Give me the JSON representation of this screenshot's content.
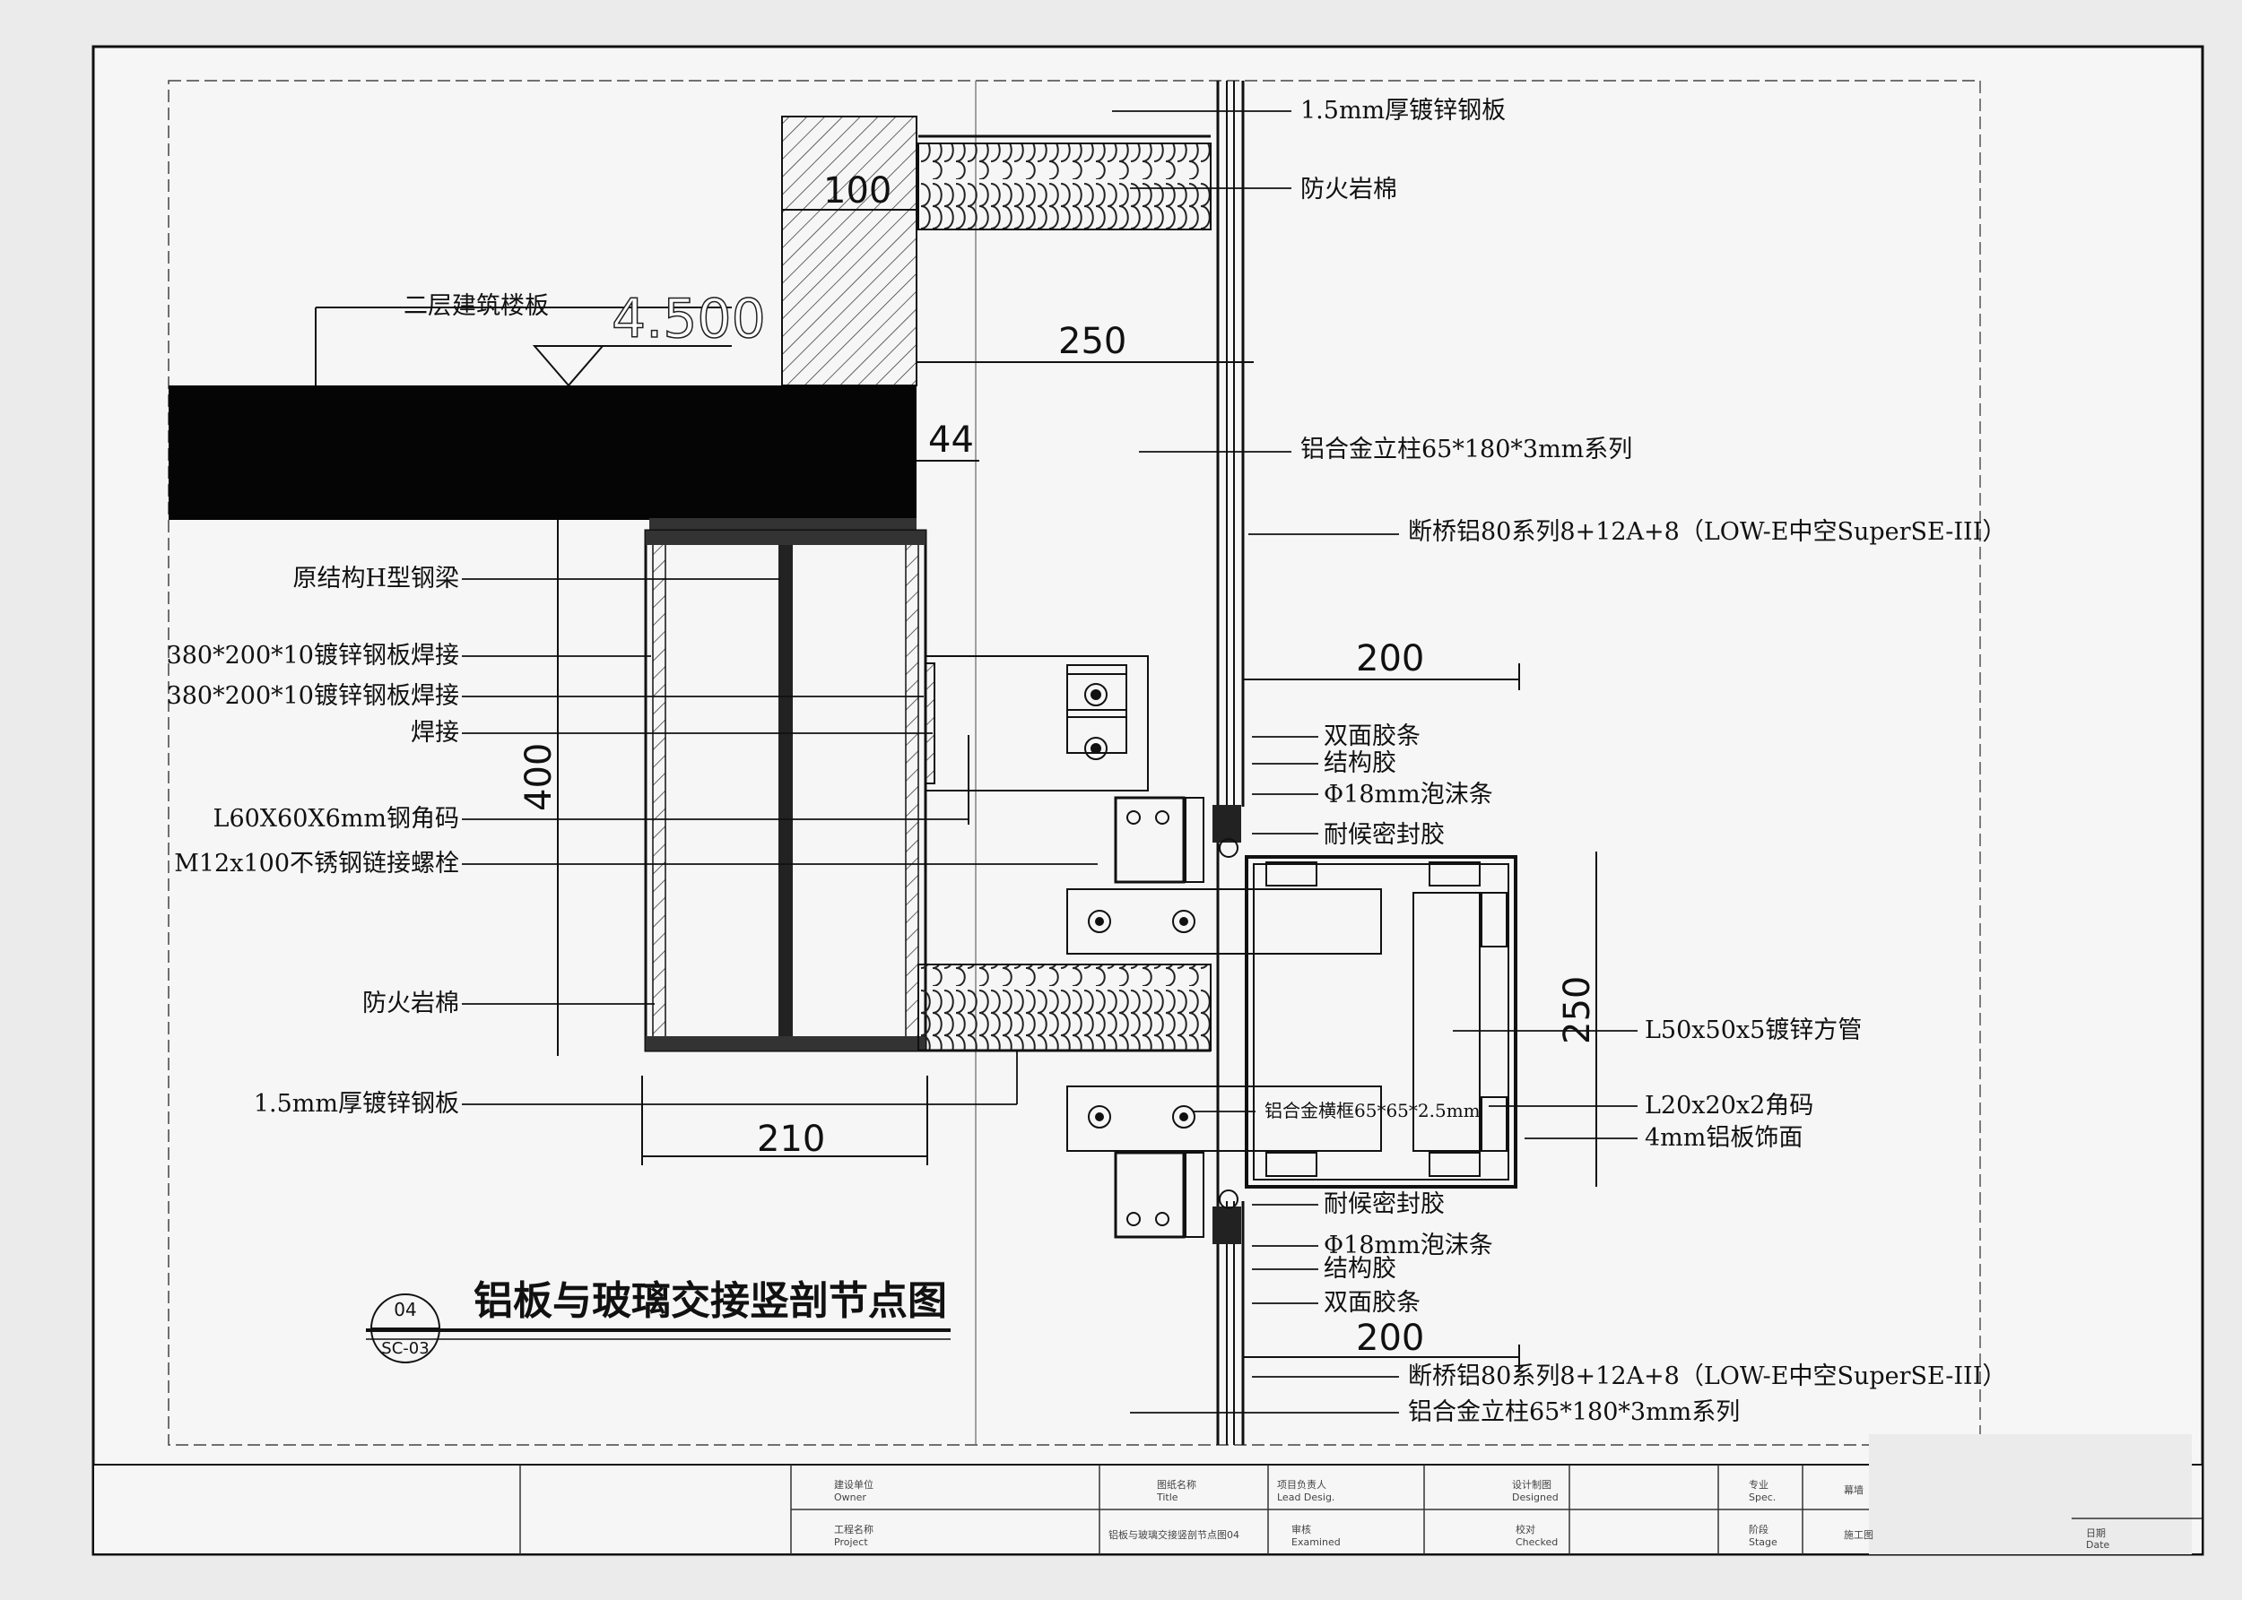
{
  "drawing": {
    "title": "铝板与玻璃交接竖剖节点图",
    "detail_no": "04",
    "sheet_ref": "SC-03",
    "elevation": "4.500",
    "dimensions": {
      "d100": "100",
      "d250_top": "250",
      "d44": "44",
      "d400": "400",
      "d210": "210",
      "d200_top": "200",
      "d250_box": "250",
      "d200_bottom": "200"
    },
    "labels_right": {
      "top_plate": "1.5mm厚镀锌钢板",
      "top_wool": "防火岩棉",
      "mullion_top": "铝合金立柱65*180*3mm系列",
      "glass_top": "断桥铝80系列8+12A+8（LOW-E中空SuperSE-III）",
      "tape_top": "双面胶条",
      "glue_top": "结构胶",
      "foam_top": "Φ18mm泡沫条",
      "seal_top": "耐候密封胶",
      "tube": "L50x50x5镀锌方管",
      "angle": "L20x20x2角码",
      "panel": "4mm铝板饰面",
      "seal_bottom": "耐候密封胶",
      "foam_bottom": "Φ18mm泡沫条",
      "glue_bottom": "结构胶",
      "tape_bottom": "双面胶条",
      "glass_bottom": "断桥铝80系列8+12A+8（LOW-E中空SuperSE-III）",
      "mullion_bottom": "铝合金立柱65*180*3mm系列"
    },
    "labels_left": {
      "slab": "二层建筑楼板",
      "beam": "原结构H型钢梁",
      "plate1": "380*200*10镀锌钢板焊接",
      "plate2": "380*200*10镀锌钢板焊接",
      "weld": "焊接",
      "angle_bracket": "L60X60X6mm钢角码",
      "bolt": "M12x100不锈钢链接螺栓",
      "wool": "防火岩棉",
      "plate_bottom": "1.5mm厚镀锌钢板"
    },
    "transom": "铝合金横框65*65*2.5mm"
  },
  "title_block": {
    "c1a": "建设单位",
    "c1b": "Owner",
    "c2a": "工程名称",
    "c2b": "Project",
    "c3a": "图纸名称",
    "c3b": "Title",
    "c3c": "铝板与玻璃交接竖剖节点图04",
    "c4a": "项目负责人",
    "c4b": "Lead Desig.",
    "c5a": "审核",
    "c5b": "Examined",
    "c6a": "设计制图",
    "c6b": "Designed",
    "c7a": "校对",
    "c7b": "Checked",
    "c8a": "专业",
    "c8b": "Spec.",
    "c9a": "阶段",
    "c9b": "Stage",
    "c10a": "幕墙",
    "c11a": "施工图",
    "c12a": "日期",
    "c12b": "Date"
  }
}
